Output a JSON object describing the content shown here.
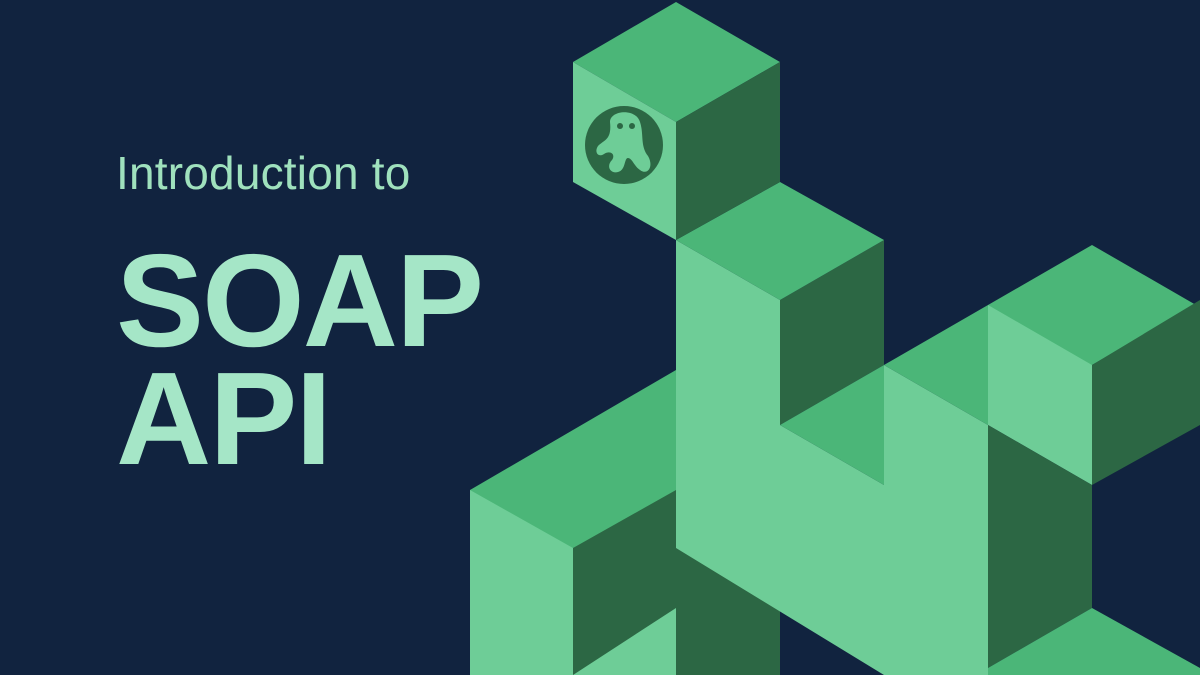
{
  "slide": {
    "subtitle": "Introduction to",
    "title_line1": "SOAP",
    "title_line2": "API"
  },
  "colors": {
    "background": "#11233f",
    "text": "#a5e6c7",
    "cube_top": "#4bb678",
    "cube_light": "#6ecd97",
    "cube_dark": "#2c6744"
  },
  "icons": {
    "logo": "octopus-mascot-icon"
  }
}
